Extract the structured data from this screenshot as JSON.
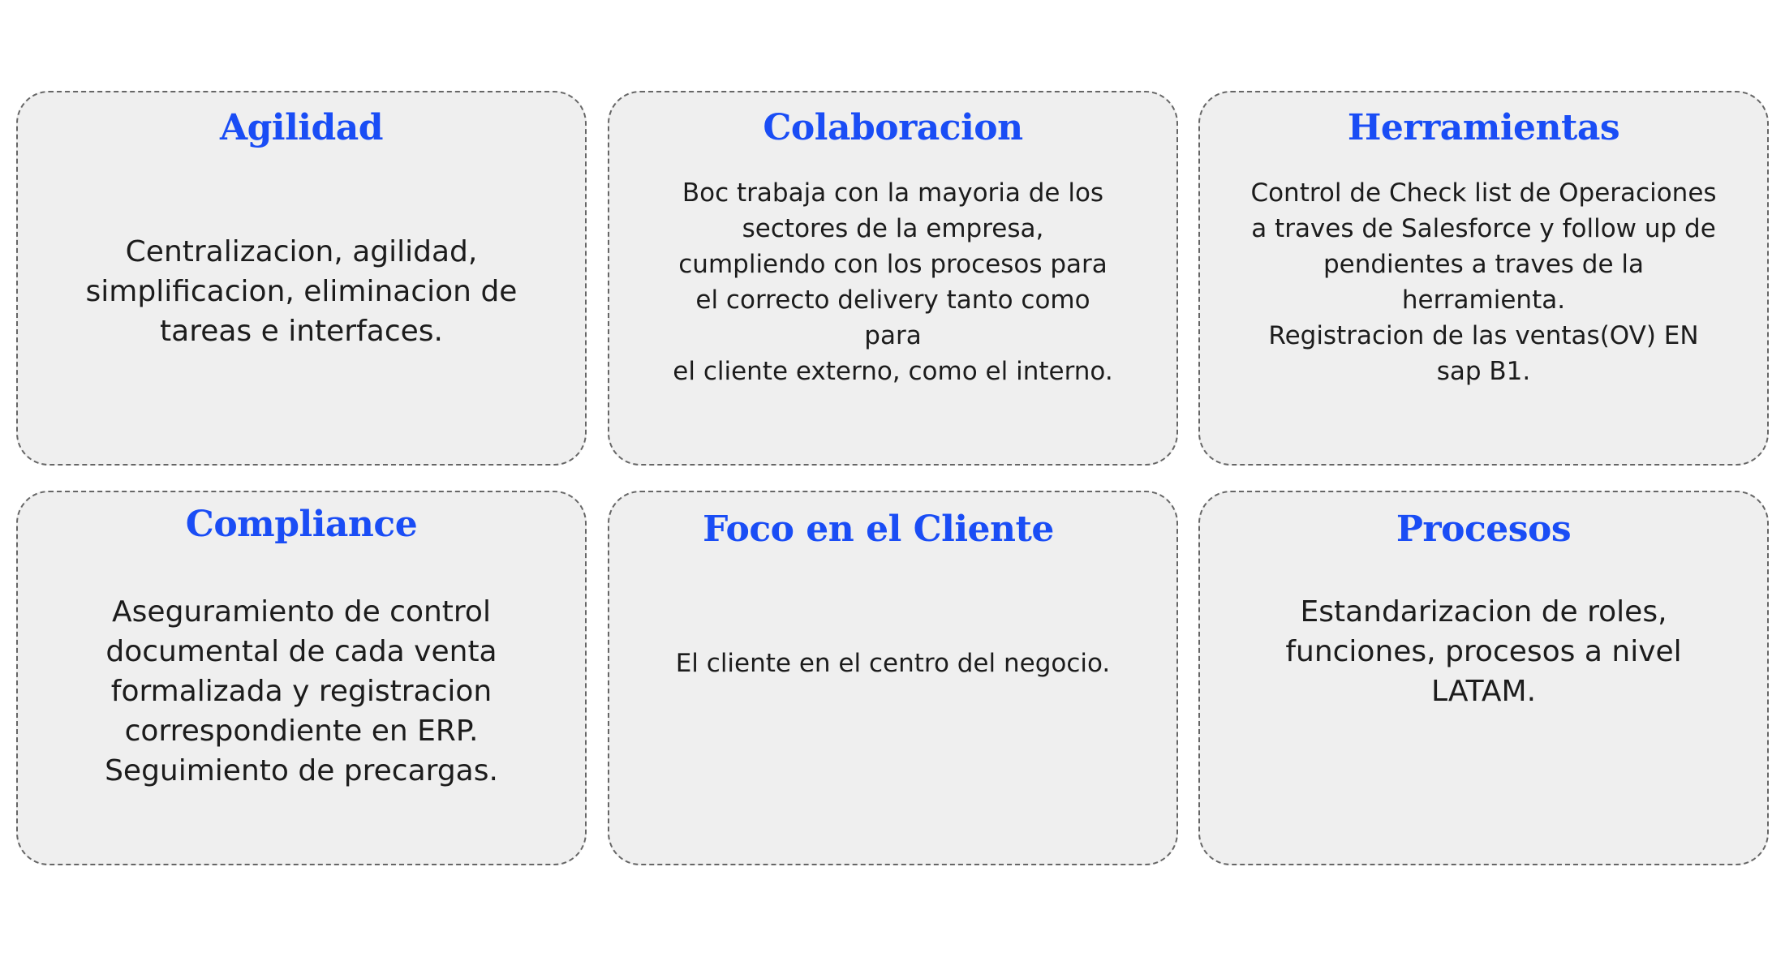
{
  "colors": {
    "title": "#1a4df5",
    "body_text": "#1c1c1c",
    "card_background": "#efefef",
    "card_border": "#666666"
  },
  "cards": [
    {
      "title": "Agilidad",
      "text": "Centralizacion, agilidad,\nsimplificacion, eliminacion de\ntareas e interfaces."
    },
    {
      "title": "Colaboracion",
      "text": "Boc trabaja con la mayoria de los\nsectores de la empresa,\ncumpliendo con los procesos para\nel correcto delivery tanto como\npara\nel cliente externo, como el interno."
    },
    {
      "title": "Herramientas",
      "text": "Control de Check list de Operaciones\na traves de Salesforce y follow up de\npendientes a traves de la\nherramienta.\nRegistracion de las ventas(OV) EN\nsap B1."
    },
    {
      "title": "Compliance",
      "text": "Aseguramiento de control\ndocumental de cada venta\nformalizada y registracion\ncorrespondiente en ERP.\nSeguimiento de precargas."
    },
    {
      "title": "Foco en el Cliente",
      "text": "El cliente en el centro del negocio."
    },
    {
      "title": "Procesos",
      "text": "Estandarizacion de roles,\nfunciones, procesos a nivel\nLATAM."
    }
  ]
}
